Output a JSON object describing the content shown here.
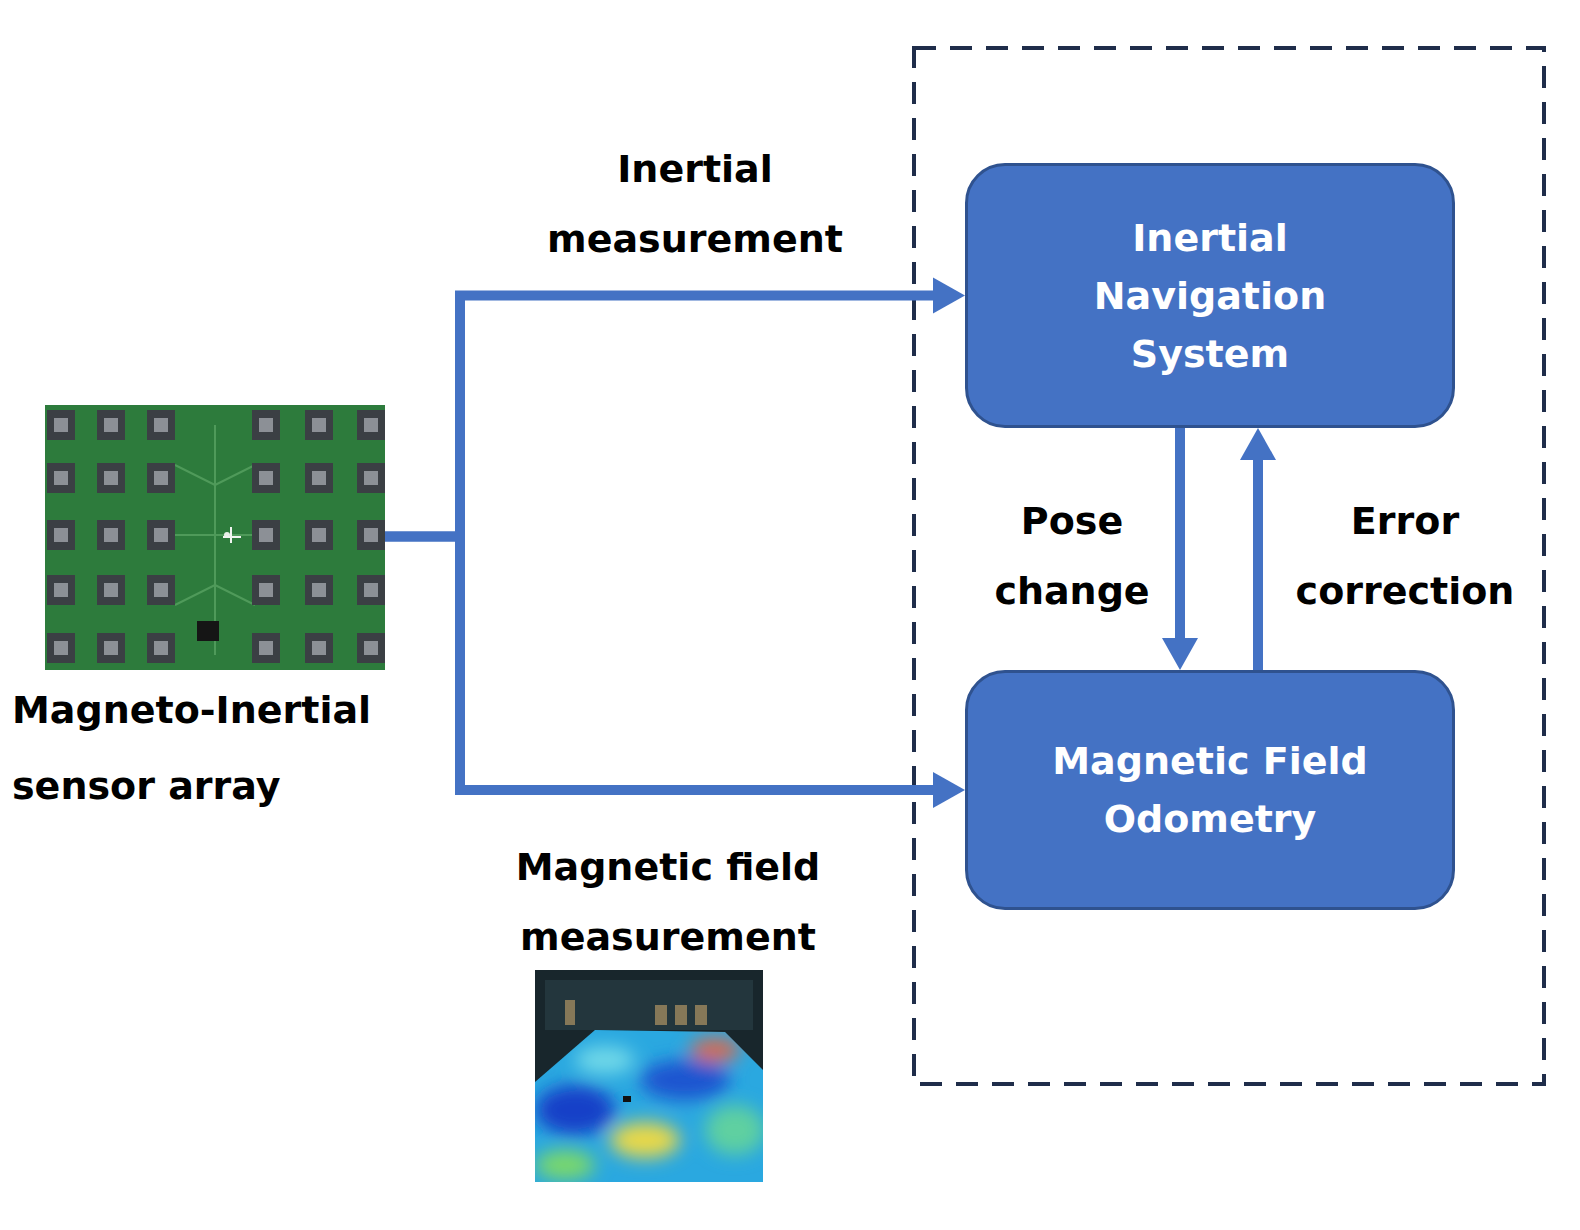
{
  "diagram": {
    "nodes": [
      {
        "text": [
          "Magneto-Inertial sensor array"
        ]
      },
      {
        "text": [
          "Inertial Navigation System"
        ]
      },
      {
        "text": [
          "Magnetic Field Odometry"
        ]
      }
    ],
    "edges": [
      {
        "from": 0,
        "to": 1,
        "arrow": "to",
        "label": "Inertial measurement"
      },
      {
        "from": 0,
        "to": 2,
        "arrow": "to",
        "label": "Magnetic field measurement"
      },
      {
        "from": 1,
        "to": 2,
        "arrow": "to",
        "label": "Pose change"
      },
      {
        "from": 2,
        "to": 1,
        "arrow": "to",
        "label": "Error correction"
      }
    ]
  }
}
